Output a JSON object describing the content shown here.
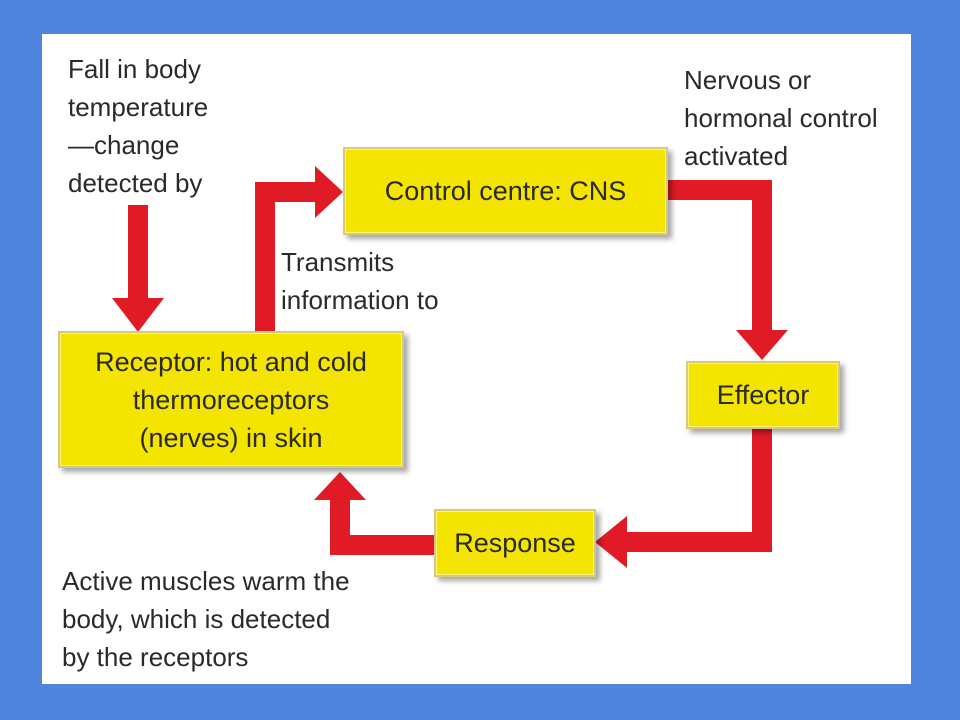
{
  "diagram": {
    "colors": {
      "background": "#4f85dd",
      "panel": "#ffffff",
      "box_fill": "#f3e500",
      "arrow": "#e01b25",
      "text": "#2a2a2a"
    },
    "boxes": {
      "control_centre": "Control centre: CNS",
      "receptor": [
        "Receptor: hot and cold",
        "thermoreceptors",
        "(nerves) in skin"
      ],
      "effector": "Effector",
      "response": "Response"
    },
    "notes": {
      "stimulus": [
        "Fall in body",
        "temperature",
        "—change",
        "detected by"
      ],
      "nervous_control": [
        "Nervous or",
        "hormonal control",
        "activated"
      ],
      "transmits": [
        "Transmits",
        "information to"
      ],
      "feedback": [
        "Active muscles warm the",
        "body, which is detected",
        "by the receptors"
      ]
    }
  }
}
